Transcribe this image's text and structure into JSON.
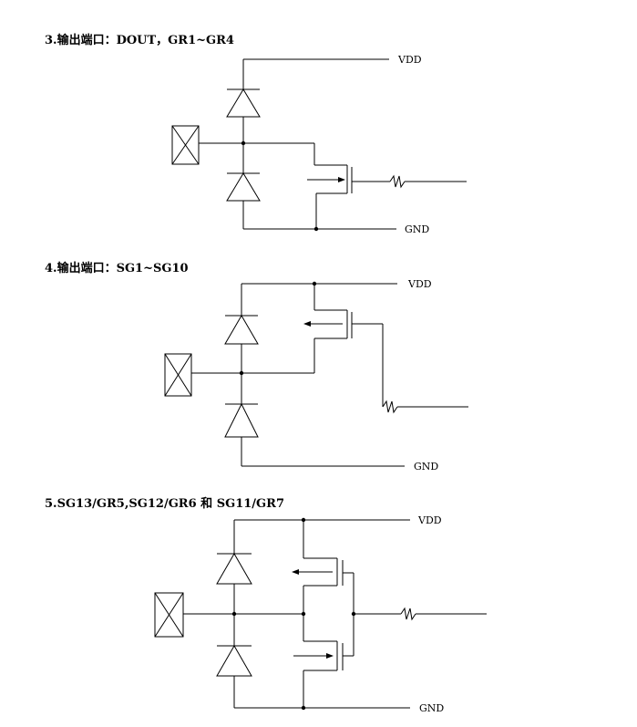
{
  "sections": [
    {
      "title": "3.输出端口：DOUT，GR1~GR4",
      "vdd_label": "VDD",
      "gnd_label": "GND"
    },
    {
      "title": "4.输出端口：SG1~SG10",
      "vdd_label": "VDD",
      "gnd_label": "GND"
    },
    {
      "title": "5.SG13/GR5,SG12/GR6 和 SG11/GR7",
      "vdd_label": "VDD",
      "gnd_label": "GND"
    }
  ]
}
